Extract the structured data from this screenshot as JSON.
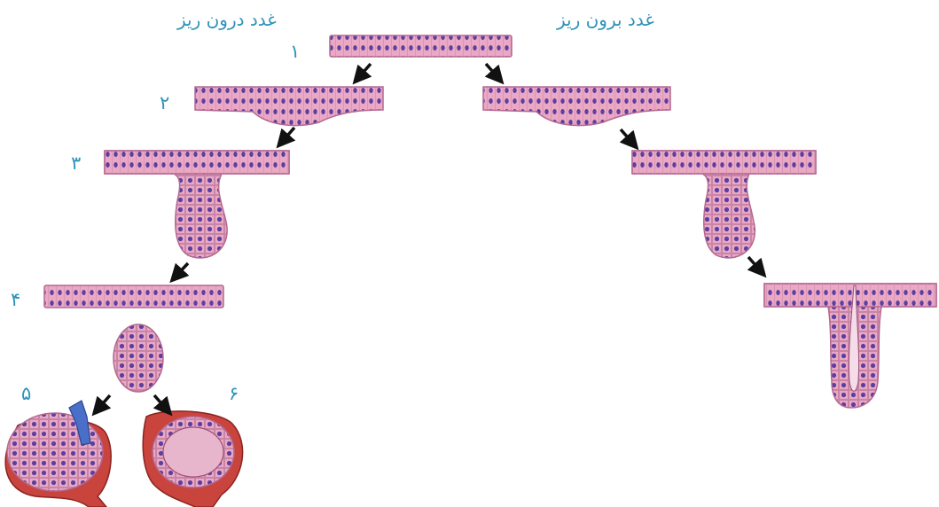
{
  "titles": {
    "endocrine": "غدد درون ریز",
    "exocrine": "غدد برون ریز"
  },
  "steps": [
    "۱",
    "۲",
    "۳",
    "۴",
    "۵",
    "۶"
  ],
  "colors": {
    "label": "#2e93b8",
    "cell": "#e9a6c2",
    "cell_border": "#b86a93",
    "nucleus": "#5a3f9e",
    "vessel": "#c9443d",
    "duct": "#4a6fc9",
    "arrow": "#111111"
  }
}
